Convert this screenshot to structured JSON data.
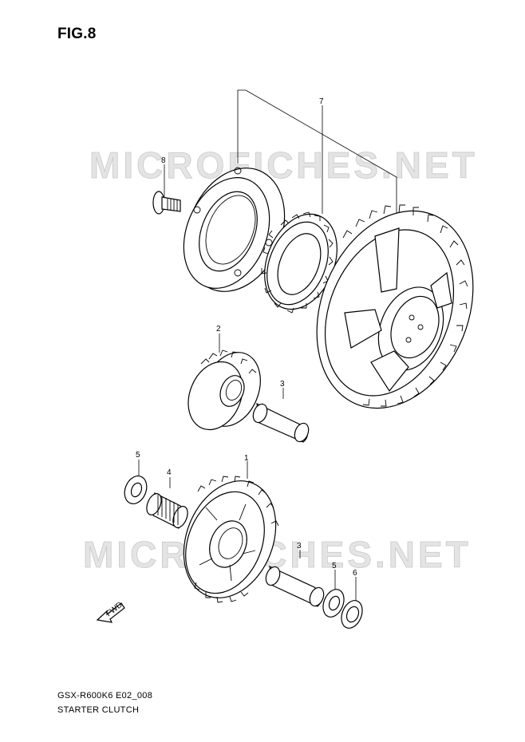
{
  "figure": {
    "title": "FIG.8",
    "model_code": "GSX-R600K6 E02_008",
    "section_title": "STARTER CLUTCH"
  },
  "watermark": "MICROFICHES.NET",
  "callouts": [
    {
      "id": "c7",
      "label": "7"
    },
    {
      "id": "c8",
      "label": "8"
    },
    {
      "id": "c2",
      "label": "2"
    },
    {
      "id": "c3a",
      "label": "3"
    },
    {
      "id": "c5a",
      "label": "5"
    },
    {
      "id": "c4",
      "label": "4"
    },
    {
      "id": "c1",
      "label": "1"
    },
    {
      "id": "c3b",
      "label": "3"
    },
    {
      "id": "c5b",
      "label": "5"
    },
    {
      "id": "c6",
      "label": "6"
    }
  ],
  "fwd_label": "FWD",
  "colors": {
    "line": "#000000",
    "watermark": "#c9c9c9",
    "background": "#ffffff"
  }
}
